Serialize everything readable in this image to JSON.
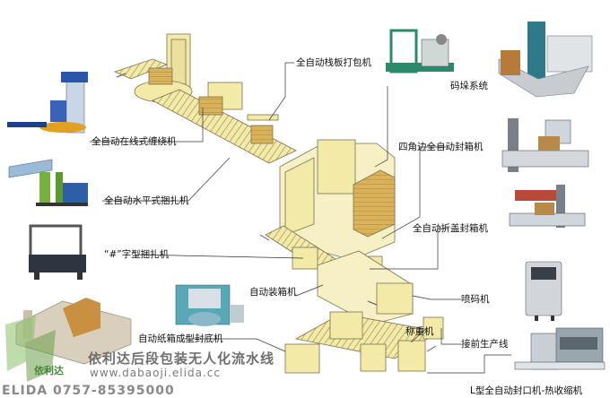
{
  "labels": {
    "inline_wrapper": "全自动在线式缠绕机",
    "horizontal_strapper": "全自动水平式捆扎机",
    "hash_strapper": "“#”字型捆扎机",
    "carton_erector": "自动纸箱成型封底机",
    "case_packer": "自动装箱机",
    "pallet_strapper": "全自动栈板打包机",
    "palletizer": "码垛系统",
    "four_corner_sealer": "四角边全自动封箱机",
    "flap_sealer": "全自动折盖封箱机",
    "inkjet_coder": "喷码机",
    "checkweigher": "称重机",
    "connect_line": "接前生产线",
    "l_sealer_shrink": "L型全自动封口机-热收缩机"
  },
  "watermark": {
    "company_line": "依利达后段包装无人化流水线",
    "url_line": "www.dabaoji.elida.cc",
    "phone_line": "ELIDA 0757-85395000",
    "logo_text": "依利达"
  },
  "colors": {
    "machine_fill": "#f3eaa8",
    "machine_stroke": "#7a7350",
    "box_fill": "#d9b25a",
    "leader_line": "#333333"
  }
}
